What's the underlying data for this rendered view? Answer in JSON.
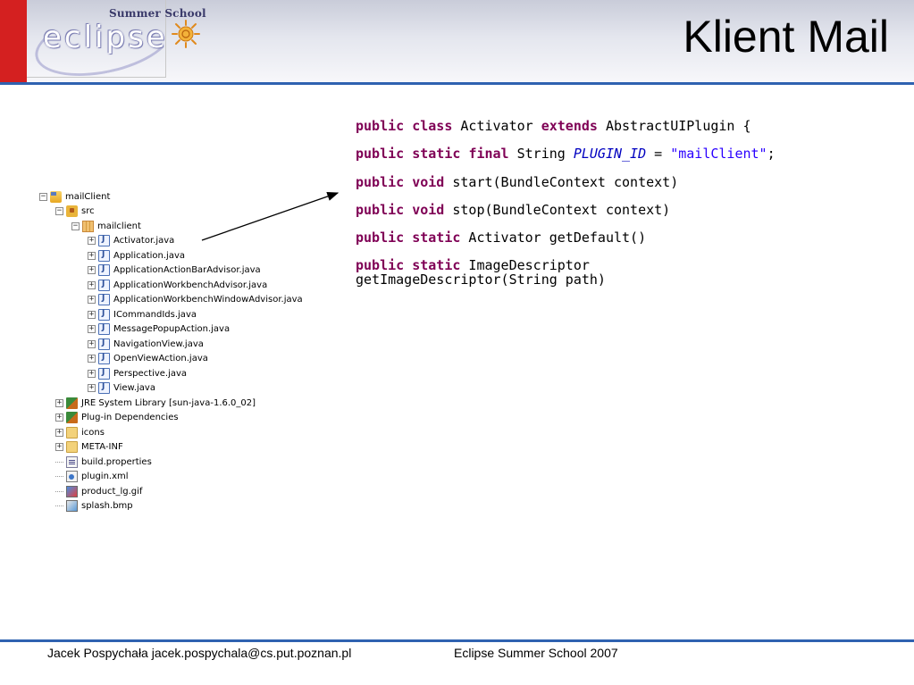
{
  "header": {
    "title": "Klient Mail",
    "logo_top": "Summer School",
    "logo_main": "eclipse"
  },
  "tree": [
    {
      "label": "mailClient",
      "icon": "project-icon",
      "depth": 0,
      "expander": "⊟"
    },
    {
      "label": "src",
      "icon": "source-folder-icon",
      "depth": 1,
      "expander": "⊟"
    },
    {
      "label": "mailclient",
      "icon": "package-icon",
      "depth": 2,
      "expander": "⊟"
    },
    {
      "label": "Activator.java",
      "icon": "java-file-icon",
      "depth": 3,
      "expander": "⊞"
    },
    {
      "label": "Application.java",
      "icon": "java-file-icon",
      "depth": 3,
      "expander": "⊞"
    },
    {
      "label": "ApplicationActionBarAdvisor.java",
      "icon": "java-file-icon",
      "depth": 3,
      "expander": "⊞"
    },
    {
      "label": "ApplicationWorkbenchAdvisor.java",
      "icon": "java-file-icon",
      "depth": 3,
      "expander": "⊞"
    },
    {
      "label": "ApplicationWorkbenchWindowAdvisor.java",
      "icon": "java-file-icon",
      "depth": 3,
      "expander": "⊞"
    },
    {
      "label": "ICommandIds.java",
      "icon": "java-file-icon",
      "depth": 3,
      "expander": "⊞"
    },
    {
      "label": "MessagePopupAction.java",
      "icon": "java-file-icon",
      "depth": 3,
      "expander": "⊞"
    },
    {
      "label": "NavigationView.java",
      "icon": "java-file-icon",
      "depth": 3,
      "expander": "⊞"
    },
    {
      "label": "OpenViewAction.java",
      "icon": "java-file-icon",
      "depth": 3,
      "expander": "⊞"
    },
    {
      "label": "Perspective.java",
      "icon": "java-file-icon",
      "depth": 3,
      "expander": "⊞"
    },
    {
      "label": "View.java",
      "icon": "java-file-icon",
      "depth": 3,
      "expander": "⊞"
    },
    {
      "label": "JRE System Library [sun-java-1.6.0_02]",
      "icon": "library-icon",
      "depth": 1,
      "expander": "⊞"
    },
    {
      "label": "Plug-in Dependencies",
      "icon": "library-icon",
      "depth": 1,
      "expander": "⊞"
    },
    {
      "label": "icons",
      "icon": "folder-icon",
      "depth": 1,
      "expander": "⊞"
    },
    {
      "label": "META-INF",
      "icon": "folder-icon",
      "depth": 1,
      "expander": "⊞"
    },
    {
      "label": "build.properties",
      "icon": "properties-file-icon",
      "depth": 1,
      "expander": ""
    },
    {
      "label": "plugin.xml",
      "icon": "xml-file-icon",
      "depth": 1,
      "expander": ""
    },
    {
      "label": "product_lg.gif",
      "icon": "gif-image-icon",
      "depth": 1,
      "expander": ""
    },
    {
      "label": "splash.bmp",
      "icon": "bmp-image-icon",
      "depth": 1,
      "expander": ""
    }
  ],
  "code": {
    "line1": {
      "kw1": "public",
      "kw2": "class",
      "t1": " Activator ",
      "kw3": "extends",
      "t2": " AbstractUIPlugin {"
    },
    "line2": {
      "kw1": "public",
      "kw2": "static",
      "kw3": "final",
      "t1": " String ",
      "const": "PLUGIN_ID",
      "t2": " = ",
      "str": "\"mailClient\"",
      "t3": ";"
    },
    "line3": {
      "kw1": "public",
      "kw2": "void",
      "t1": " start(BundleContext context)"
    },
    "line4": {
      "kw1": "public",
      "kw2": "void",
      "t1": " stop(BundleContext context)"
    },
    "line5": {
      "kw1": "public",
      "kw2": "static",
      "t1": " Activator getDefault()"
    },
    "line6": {
      "kw1": "public",
      "kw2": "static",
      "t1": " ImageDescriptor getImageDescriptor(String path)"
    }
  },
  "footer": {
    "author": "Jacek Pospychała jacek.pospychala@cs.put.poznan.pl",
    "event": "Eclipse Summer School 2007"
  },
  "colors": {
    "accent_rule": "#2f62b0",
    "red_bar": "#d42020",
    "keyword": "#7f0055",
    "constant": "#0000c0",
    "string": "#2a00ff"
  }
}
